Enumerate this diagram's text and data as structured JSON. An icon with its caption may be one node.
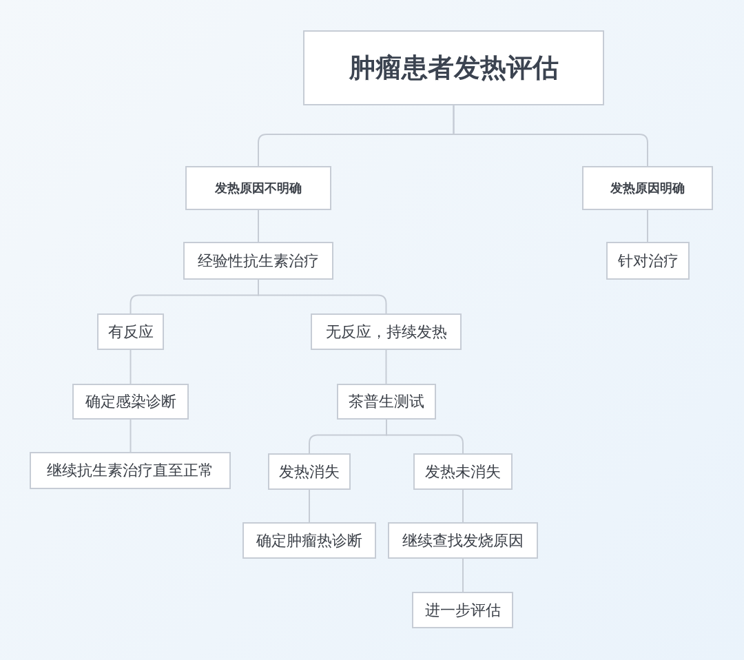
{
  "diagram": {
    "nodes": [
      {
        "text": [
          "肿瘤患者发热评估"
        ]
      },
      {
        "text": [
          "发热原因不明确"
        ]
      },
      {
        "text": [
          "发热原因明确"
        ]
      },
      {
        "text": [
          "经验性抗生素治疗"
        ]
      },
      {
        "text": [
          "针对治疗"
        ]
      },
      {
        "text": [
          "有反应"
        ]
      },
      {
        "text": [
          "无反应，持续发热"
        ]
      },
      {
        "text": [
          "确定感染诊断"
        ]
      },
      {
        "text": [
          "茶普生测试"
        ]
      },
      {
        "text": [
          "继续抗生素治疗直至正常"
        ]
      },
      {
        "text": [
          "发热消失"
        ]
      },
      {
        "text": [
          "发热未消失"
        ]
      },
      {
        "text": [
          "确定肿瘤热诊断"
        ]
      },
      {
        "text": [
          "继续查找发烧原因"
        ]
      },
      {
        "text": [
          "进一步评估"
        ]
      }
    ],
    "edges": [
      {
        "from": 0,
        "to": 1,
        "arrow": "none"
      },
      {
        "from": 0,
        "to": 2,
        "arrow": "none"
      },
      {
        "from": 1,
        "to": 3,
        "arrow": "none"
      },
      {
        "from": 2,
        "to": 4,
        "arrow": "none"
      },
      {
        "from": 3,
        "to": 5,
        "arrow": "none"
      },
      {
        "from": 3,
        "to": 6,
        "arrow": "none"
      },
      {
        "from": 5,
        "to": 7,
        "arrow": "none"
      },
      {
        "from": 6,
        "to": 8,
        "arrow": "none"
      },
      {
        "from": 7,
        "to": 9,
        "arrow": "none"
      },
      {
        "from": 8,
        "to": 10,
        "arrow": "none"
      },
      {
        "from": 8,
        "to": 11,
        "arrow": "none"
      },
      {
        "from": 10,
        "to": 12,
        "arrow": "none"
      },
      {
        "from": 11,
        "to": 13,
        "arrow": "none"
      },
      {
        "from": 13,
        "to": 14,
        "arrow": "none"
      }
    ]
  }
}
